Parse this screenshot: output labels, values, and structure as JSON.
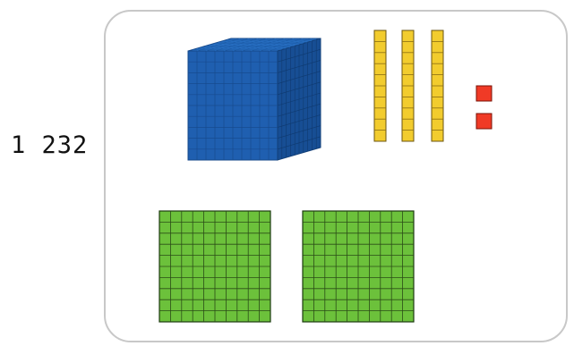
{
  "number_label": "1 232",
  "blocks": {
    "thousands": 1,
    "hundreds": 2,
    "tens": 3,
    "ones": 2
  },
  "colors": {
    "thousand_cube": "#1f5fb0",
    "hundred_flat": "#6cc13b",
    "ten_rod": "#f2cc2e",
    "one_unit": "#f03a26",
    "panel_border": "#c8c8c8"
  }
}
